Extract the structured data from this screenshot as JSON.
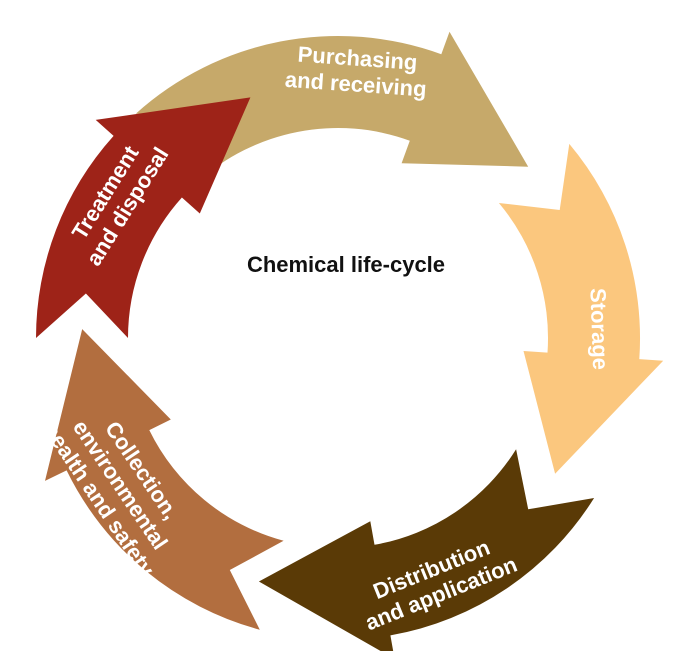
{
  "diagram": {
    "center_label": "Chemical life-cycle",
    "stages": [
      {
        "id": "purchasing",
        "lines": [
          "Purchasing",
          "and receiving"
        ],
        "color": "#c6a96a"
      },
      {
        "id": "storage",
        "lines": [
          "Storage"
        ],
        "color": "#fbc77e"
      },
      {
        "id": "distribution",
        "lines": [
          "Distribution",
          "and application"
        ],
        "color": "#5a3a06"
      },
      {
        "id": "collection",
        "lines": [
          "Collection,",
          "environmental",
          "health and safety"
        ],
        "color": "#b26e3f"
      },
      {
        "id": "treatment",
        "lines": [
          "Treatment",
          "and disposal"
        ],
        "color": "#9e2318"
      }
    ]
  }
}
